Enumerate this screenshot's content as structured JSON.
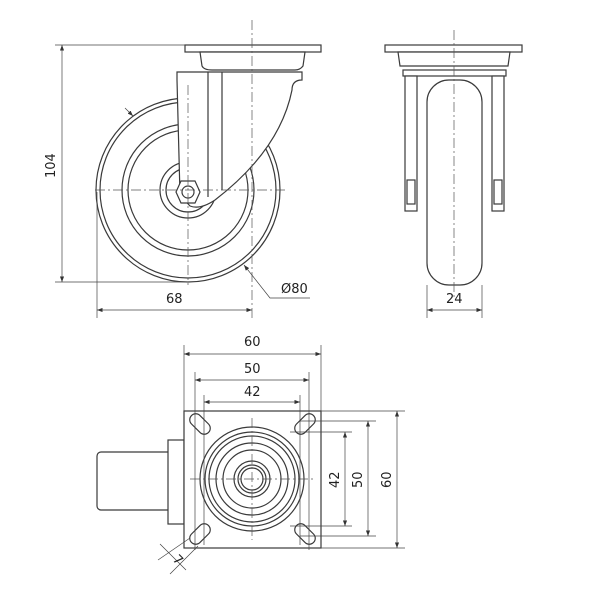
{
  "title": "Swivel castor technical drawing",
  "dimensions": {
    "total_height": "104",
    "offset": "68",
    "wheel_diameter": "Ø80",
    "wheel_width": "24",
    "plate_width": "60",
    "hole_spacing_outer": "50",
    "hole_spacing_inner": "42",
    "plate_height": "60",
    "hole_spacing_outer_v": "50",
    "hole_spacing_inner_v": "42",
    "slot_width": "7"
  },
  "colors": {
    "line": "#3a3a3a",
    "background": "#ffffff"
  }
}
